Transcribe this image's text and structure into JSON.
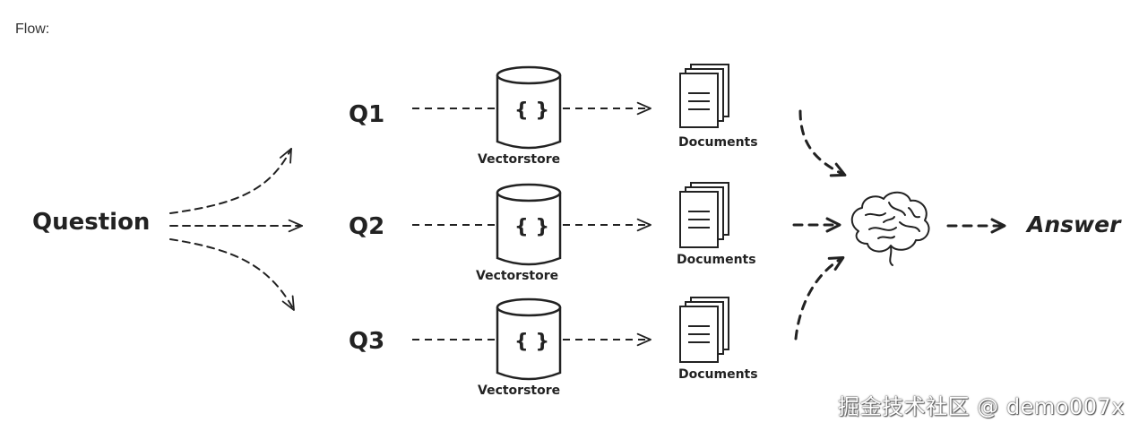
{
  "header": {
    "flow_label": "Flow:"
  },
  "diagram": {
    "question_label": "Question",
    "queries": [
      {
        "label": "Q1",
        "store_label": "Vectorstore",
        "store_glyph": "{ }",
        "docs_label": "Documents"
      },
      {
        "label": "Q2",
        "store_label": "Vectorstore",
        "store_glyph": "{ }",
        "docs_label": "Documents"
      },
      {
        "label": "Q3",
        "store_label": "Vectorstore",
        "store_glyph": "{ }",
        "docs_label": "Documents"
      }
    ],
    "brain_icon": "brain-icon",
    "answer_label": "Answer"
  },
  "watermark": "掘金技术社区 @ demo007x",
  "colors": {
    "ink": "#222222",
    "background": "#ffffff"
  }
}
